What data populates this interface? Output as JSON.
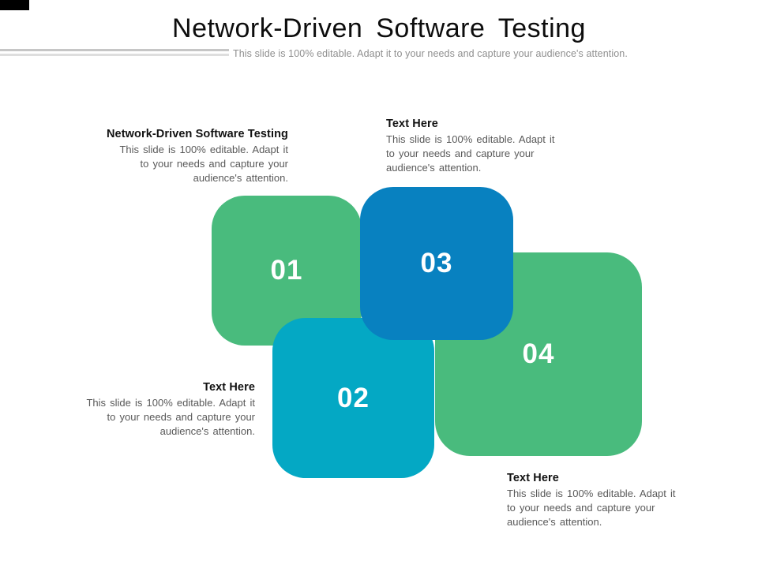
{
  "slide": {
    "title": "Network-Driven Software Testing",
    "subtitle": "This slide is 100% editable. Adapt it to your needs and capture your audience's attention."
  },
  "colors": {
    "green": "#49bb7d",
    "teal": "#04a8c4",
    "blue": "#0881c0",
    "number_text": "#ffffff",
    "title_text": "#0d0d0d",
    "heading_text": "#111111",
    "body_text": "#595959",
    "subtitle_text": "#8f8f8f",
    "corner_mark": "#000000",
    "rule_dark": "#c6c6c6",
    "rule_light": "#dedede"
  },
  "blocks": [
    {
      "number": "01",
      "color": "green"
    },
    {
      "number": "02",
      "color": "teal"
    },
    {
      "number": "03",
      "color": "blue"
    },
    {
      "number": "04",
      "color": "green"
    }
  ],
  "callouts": [
    {
      "heading": "Network-Driven Software Testing",
      "lines": [
        "This slide is 100% editable. Adapt it",
        "to your needs and capture your",
        "audience's attention."
      ],
      "align": "right"
    },
    {
      "heading": "Text Here",
      "lines": [
        "This slide is 100% editable. Adapt it",
        "to your needs and capture your",
        "audience's attention."
      ],
      "align": "left"
    },
    {
      "heading": "Text Here",
      "lines": [
        "This slide is 100% editable. Adapt it",
        "to your needs and capture your",
        "audience's attention."
      ],
      "align": "right"
    },
    {
      "heading": "Text Here",
      "lines": [
        "This slide is 100% editable. Adapt it",
        "to your needs and capture your",
        "audience's attention."
      ],
      "align": "left"
    }
  ]
}
